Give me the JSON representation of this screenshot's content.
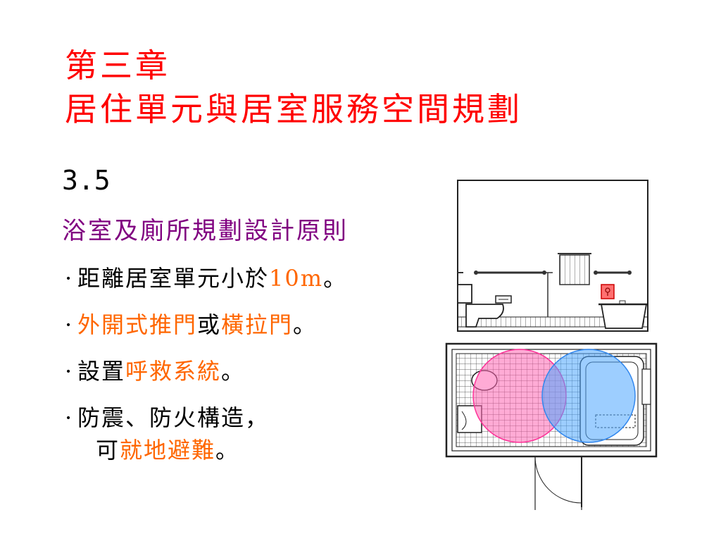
{
  "slide": {
    "title_line1": "第三章",
    "title_line2": "居住單元與居室服務空間規劃",
    "section_number": "3.5",
    "section_title": "浴室及廁所規劃設計原則",
    "bullets": [
      {
        "marker": "·",
        "text": "距離居室單元小於",
        "highlight": "10m",
        "suffix": "。"
      },
      {
        "marker": "·",
        "highlight": "外開式推門",
        "text": "或",
        "highlight2": "橫拉門",
        "suffix": "。"
      },
      {
        "marker": "·",
        "text": "設置",
        "highlight": "呼救系統",
        "suffix": "。"
      },
      {
        "marker": "·",
        "text": "防震、防火構造，"
      },
      {
        "text": "可",
        "highlight": "就地避難",
        "suffix": "。"
      }
    ]
  },
  "colors": {
    "title": "#ff0000",
    "subtitle": "#800080",
    "highlight": "#ff6600",
    "toilet_zone": "#ff66b3",
    "bath_zone": "#4da6ff"
  },
  "diagram": {
    "icons": [
      "elevation-view",
      "floor-plan",
      "toilet-icon",
      "bathtub-icon",
      "towel-rack-icon",
      "emergency-call-button-icon",
      "grab-bar-icon",
      "door-swing-icon"
    ]
  }
}
